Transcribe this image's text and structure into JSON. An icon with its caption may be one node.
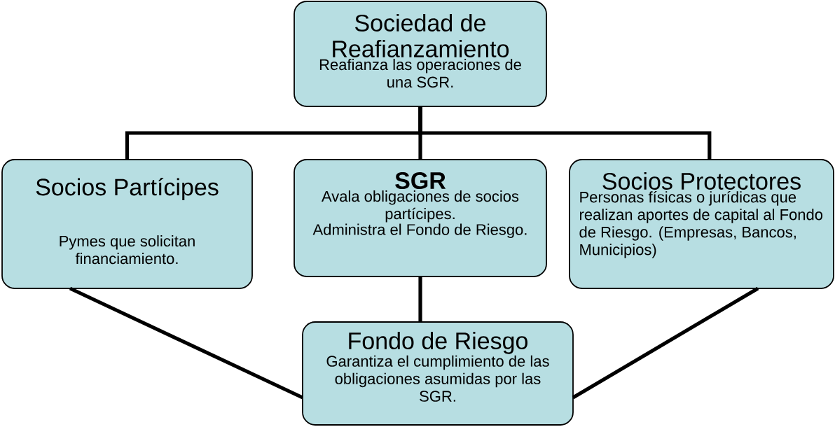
{
  "diagram": {
    "nodes": [
      {
        "text": [
          "Sociedad de Reafianzamiento",
          "Reafianza las operaciones de una SGR."
        ]
      },
      {
        "text": [
          "Socios Partícipes",
          "Pymes que solicitan financiamiento."
        ]
      },
      {
        "text": [
          "SGR",
          "Avala obligaciones de socios partícipes.",
          "Administra el Fondo de Riesgo."
        ]
      },
      {
        "text": [
          "Socios Protectores",
          "Personas físicas o jurídicas que realizan aportes de capital al Fondo de Riesgo. (Empresas, Bancos, Municipios)"
        ]
      },
      {
        "text": [
          "Fondo de Riesgo",
          "Garantiza el cumplimiento de las obligaciones asumidas por las SGR."
        ]
      }
    ],
    "edges": [
      {
        "from": 0,
        "to": 1,
        "arrow": "none"
      },
      {
        "from": 0,
        "to": 2,
        "arrow": "none"
      },
      {
        "from": 0,
        "to": 3,
        "arrow": "none"
      },
      {
        "from": 2,
        "to": 4,
        "arrow": "none"
      },
      {
        "from": 1,
        "to": 4,
        "arrow": "none"
      },
      {
        "from": 3,
        "to": 4,
        "arrow": "none"
      }
    ]
  }
}
